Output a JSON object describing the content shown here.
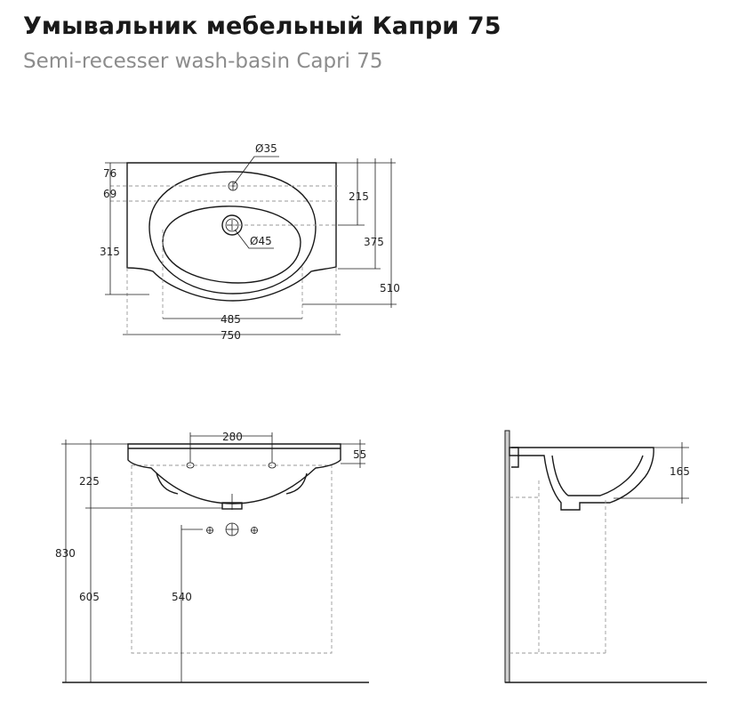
{
  "header": {
    "title": "Умывальник мебельный Капри 75",
    "subtitle": "Semi-recesser wash-basin Capri 75"
  },
  "top_view": {
    "tap_hole": "Ø35",
    "drain": "Ø45",
    "dim_76": "76",
    "dim_69": "69",
    "dim_315": "315",
    "dim_215": "215",
    "dim_375": "375",
    "dim_510": "510",
    "dim_485": "485",
    "dim_750": "750"
  },
  "front_view": {
    "dim_280": "280",
    "dim_55": "55",
    "dim_225": "225",
    "dim_830": "830",
    "dim_605": "605",
    "dim_540": "540"
  },
  "side_view": {
    "dim_165": "165"
  }
}
